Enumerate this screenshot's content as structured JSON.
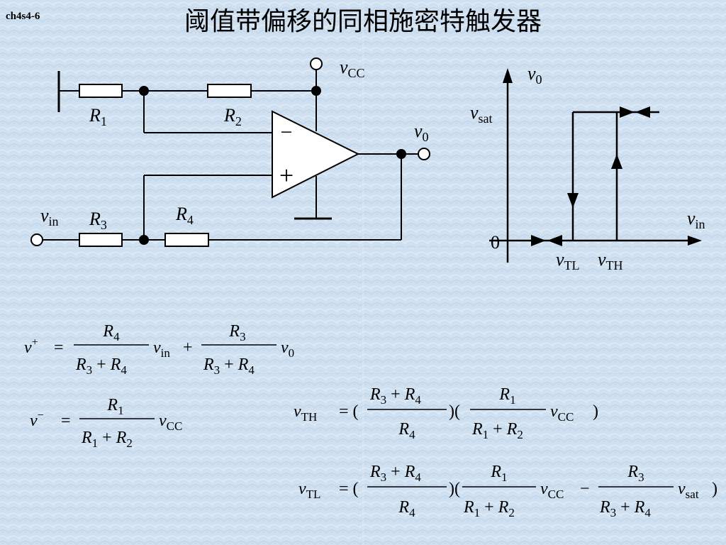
{
  "slide": {
    "code": "ch4s4-6",
    "title": "阈值带偏移的同相施密特触发器"
  },
  "circuit": {
    "supply": {
      "sym": "v",
      "sub": "CC"
    },
    "output": {
      "sym": "v",
      "sub": "0"
    },
    "input": {
      "sym": "v",
      "sub": "in"
    },
    "r1": {
      "sym": "R",
      "sub": "1"
    },
    "r2": {
      "sym": "R",
      "sub": "2"
    },
    "r3": {
      "sym": "R",
      "sub": "3"
    },
    "r4": {
      "sym": "R",
      "sub": "4"
    },
    "opamp": {
      "minus": "−",
      "plus": "+"
    }
  },
  "graph": {
    "y_axis": {
      "sym": "v",
      "sub": "0"
    },
    "x_axis": {
      "sym": "v",
      "sub": "in"
    },
    "origin": "0",
    "level": {
      "sym": "v",
      "sub": "sat"
    },
    "low_threshold": {
      "sym": "v",
      "sub": "TL"
    },
    "high_threshold": {
      "sym": "v",
      "sub": "TH"
    }
  },
  "equations": {
    "v_plus": {
      "lhs": "v",
      "lhs_sup": "+",
      "eq": "=",
      "t1_num": "R",
      "t1_num_sub": "4",
      "t1_den_a": "R",
      "t1_den_a_sub": "3",
      "t1_den_op": "+",
      "t1_den_b": "R",
      "t1_den_b_sub": "4",
      "t1_var": "v",
      "t1_var_sub": "in",
      "op": "+",
      "t2_num": "R",
      "t2_num_sub": "3",
      "t2_den_a": "R",
      "t2_den_a_sub": "3",
      "t2_den_op": "+",
      "t2_den_b": "R",
      "t2_den_b_sub": "4",
      "t2_var": "v",
      "t2_var_sub": "0"
    },
    "v_minus": {
      "lhs": "v",
      "lhs_sup": "−",
      "eq": "=",
      "num": "R",
      "num_sub": "1",
      "den_a": "R",
      "den_a_sub": "1",
      "den_op": "+",
      "den_b": "R",
      "den_b_sub": "2",
      "var": "v",
      "var_sub": "CC"
    },
    "v_th": {
      "lhs": "v",
      "lhs_sub": "TH",
      "eq": "= (",
      "f1_num_a": "R",
      "f1_num_a_sub": "3",
      "f1_num_op": "+",
      "f1_num_b": "R",
      "f1_num_b_sub": "4",
      "f1_den": "R",
      "f1_den_sub": "4",
      "mid": ")(",
      "f2_num": "R",
      "f2_num_sub": "1",
      "f2_den_a": "R",
      "f2_den_a_sub": "1",
      "f2_den_op": "+",
      "f2_den_b": "R",
      "f2_den_b_sub": "2",
      "var": "v",
      "var_sub": "CC",
      "close": ")"
    },
    "v_tl": {
      "lhs": "v",
      "lhs_sub": "TL",
      "eq": "= (",
      "f1_num_a": "R",
      "f1_num_a_sub": "3",
      "f1_num_op": "+",
      "f1_num_b": "R",
      "f1_num_b_sub": "4",
      "f1_den": "R",
      "f1_den_sub": "4",
      "mid": ")(",
      "f2_num": "R",
      "f2_num_sub": "1",
      "f2_den_a": "R",
      "f2_den_a_sub": "1",
      "f2_den_op": "+",
      "f2_den_b": "R",
      "f2_den_b_sub": "2",
      "var1": "v",
      "var1_sub": "CC",
      "op": "−",
      "f3_num": "R",
      "f3_num_sub": "3",
      "f3_den_a": "R",
      "f3_den_a_sub": "3",
      "f3_den_op": "+",
      "f3_den_b": "R",
      "f3_den_b_sub": "4",
      "var2": "v",
      "var2_sub": "sat",
      "close": ")"
    }
  }
}
